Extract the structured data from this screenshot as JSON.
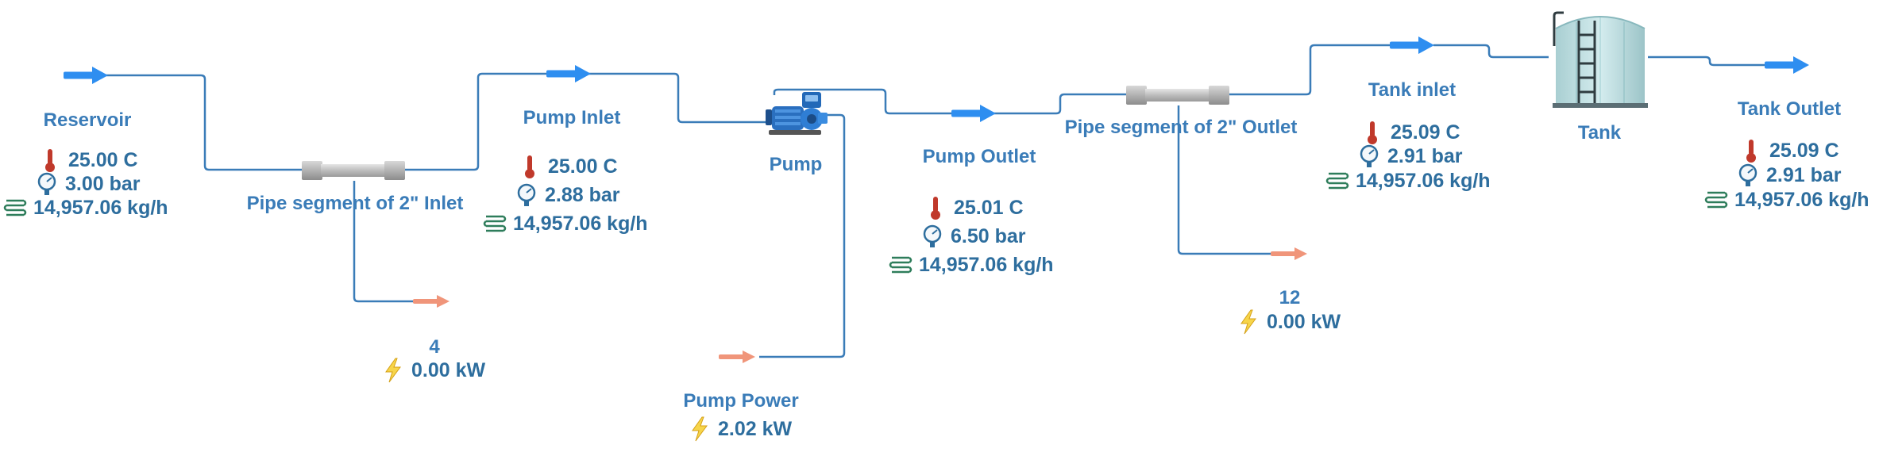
{
  "colors": {
    "pipe": "#3a7cb8",
    "stream_arrow": "#2e8ef0",
    "energy_arrow": "#f0957a",
    "label": "#3a7cb8",
    "value": "#2e6e9e"
  },
  "units": {
    "temperature": "C",
    "pressure": "bar",
    "mass_flow": "kg/h",
    "power": "kW"
  },
  "streams": {
    "reservoir": {
      "name": "Reservoir",
      "temperature": "25.00 C",
      "pressure": "3.00 bar",
      "mass_flow": "14,957.06 kg/h"
    },
    "pump_inlet": {
      "name": "Pump Inlet",
      "temperature": "25.00 C",
      "pressure": "2.88 bar",
      "mass_flow": "14,957.06 kg/h"
    },
    "pump_outlet": {
      "name": "Pump Outlet",
      "temperature": "25.01 C",
      "pressure": "6.50 bar",
      "mass_flow": "14,957.06 kg/h"
    },
    "tank_inlet": {
      "name": "Tank inlet",
      "temperature": "25.09 C",
      "pressure": "2.91 bar",
      "mass_flow": "14,957.06 kg/h"
    },
    "tank_outlet": {
      "name": "Tank Outlet",
      "temperature": "25.09 C",
      "pressure": "2.91 bar",
      "mass_flow": "14,957.06 kg/h"
    }
  },
  "units_ops": {
    "pipe_inlet": {
      "name": "Pipe segment of 2\" Inlet"
    },
    "pump": {
      "name": "Pump"
    },
    "pipe_outlet": {
      "name": "Pipe segment of 2\" Outlet"
    },
    "tank": {
      "name": "Tank"
    }
  },
  "energy_streams": {
    "e4": {
      "name": "4",
      "power": "0.00 kW"
    },
    "pump_power": {
      "name": "Pump Power",
      "power": "2.02 kW"
    },
    "e12": {
      "name": "12",
      "power": "0.00 kW"
    }
  }
}
